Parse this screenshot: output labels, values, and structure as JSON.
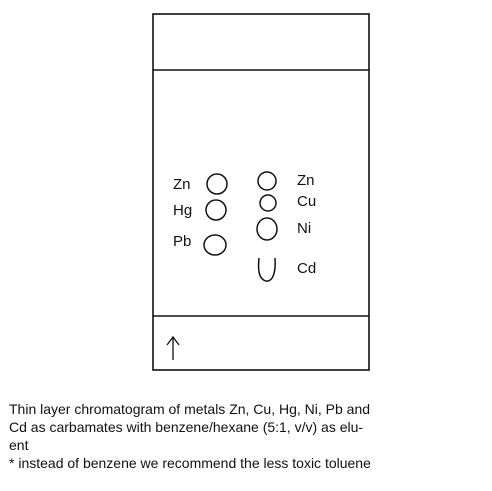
{
  "plate": {
    "direction_arrow": "↑",
    "left_lane": [
      {
        "label": "Zn"
      },
      {
        "label": "Hg"
      },
      {
        "label": "Pb"
      }
    ],
    "right_lane": [
      {
        "label": "Zn"
      },
      {
        "label": "Cu"
      },
      {
        "label": "Ni"
      },
      {
        "label": "Cd"
      }
    ]
  },
  "caption": {
    "line1": "Thin layer chromatogram of metals Zn, Cu, Hg, Ni, Pb and",
    "line2": "Cd as carbamates with benzene/hexane (5:1, v/v) as elu-",
    "line3": "ent",
    "line4": "* instead of benzene we recommend the less toxic toluene"
  }
}
